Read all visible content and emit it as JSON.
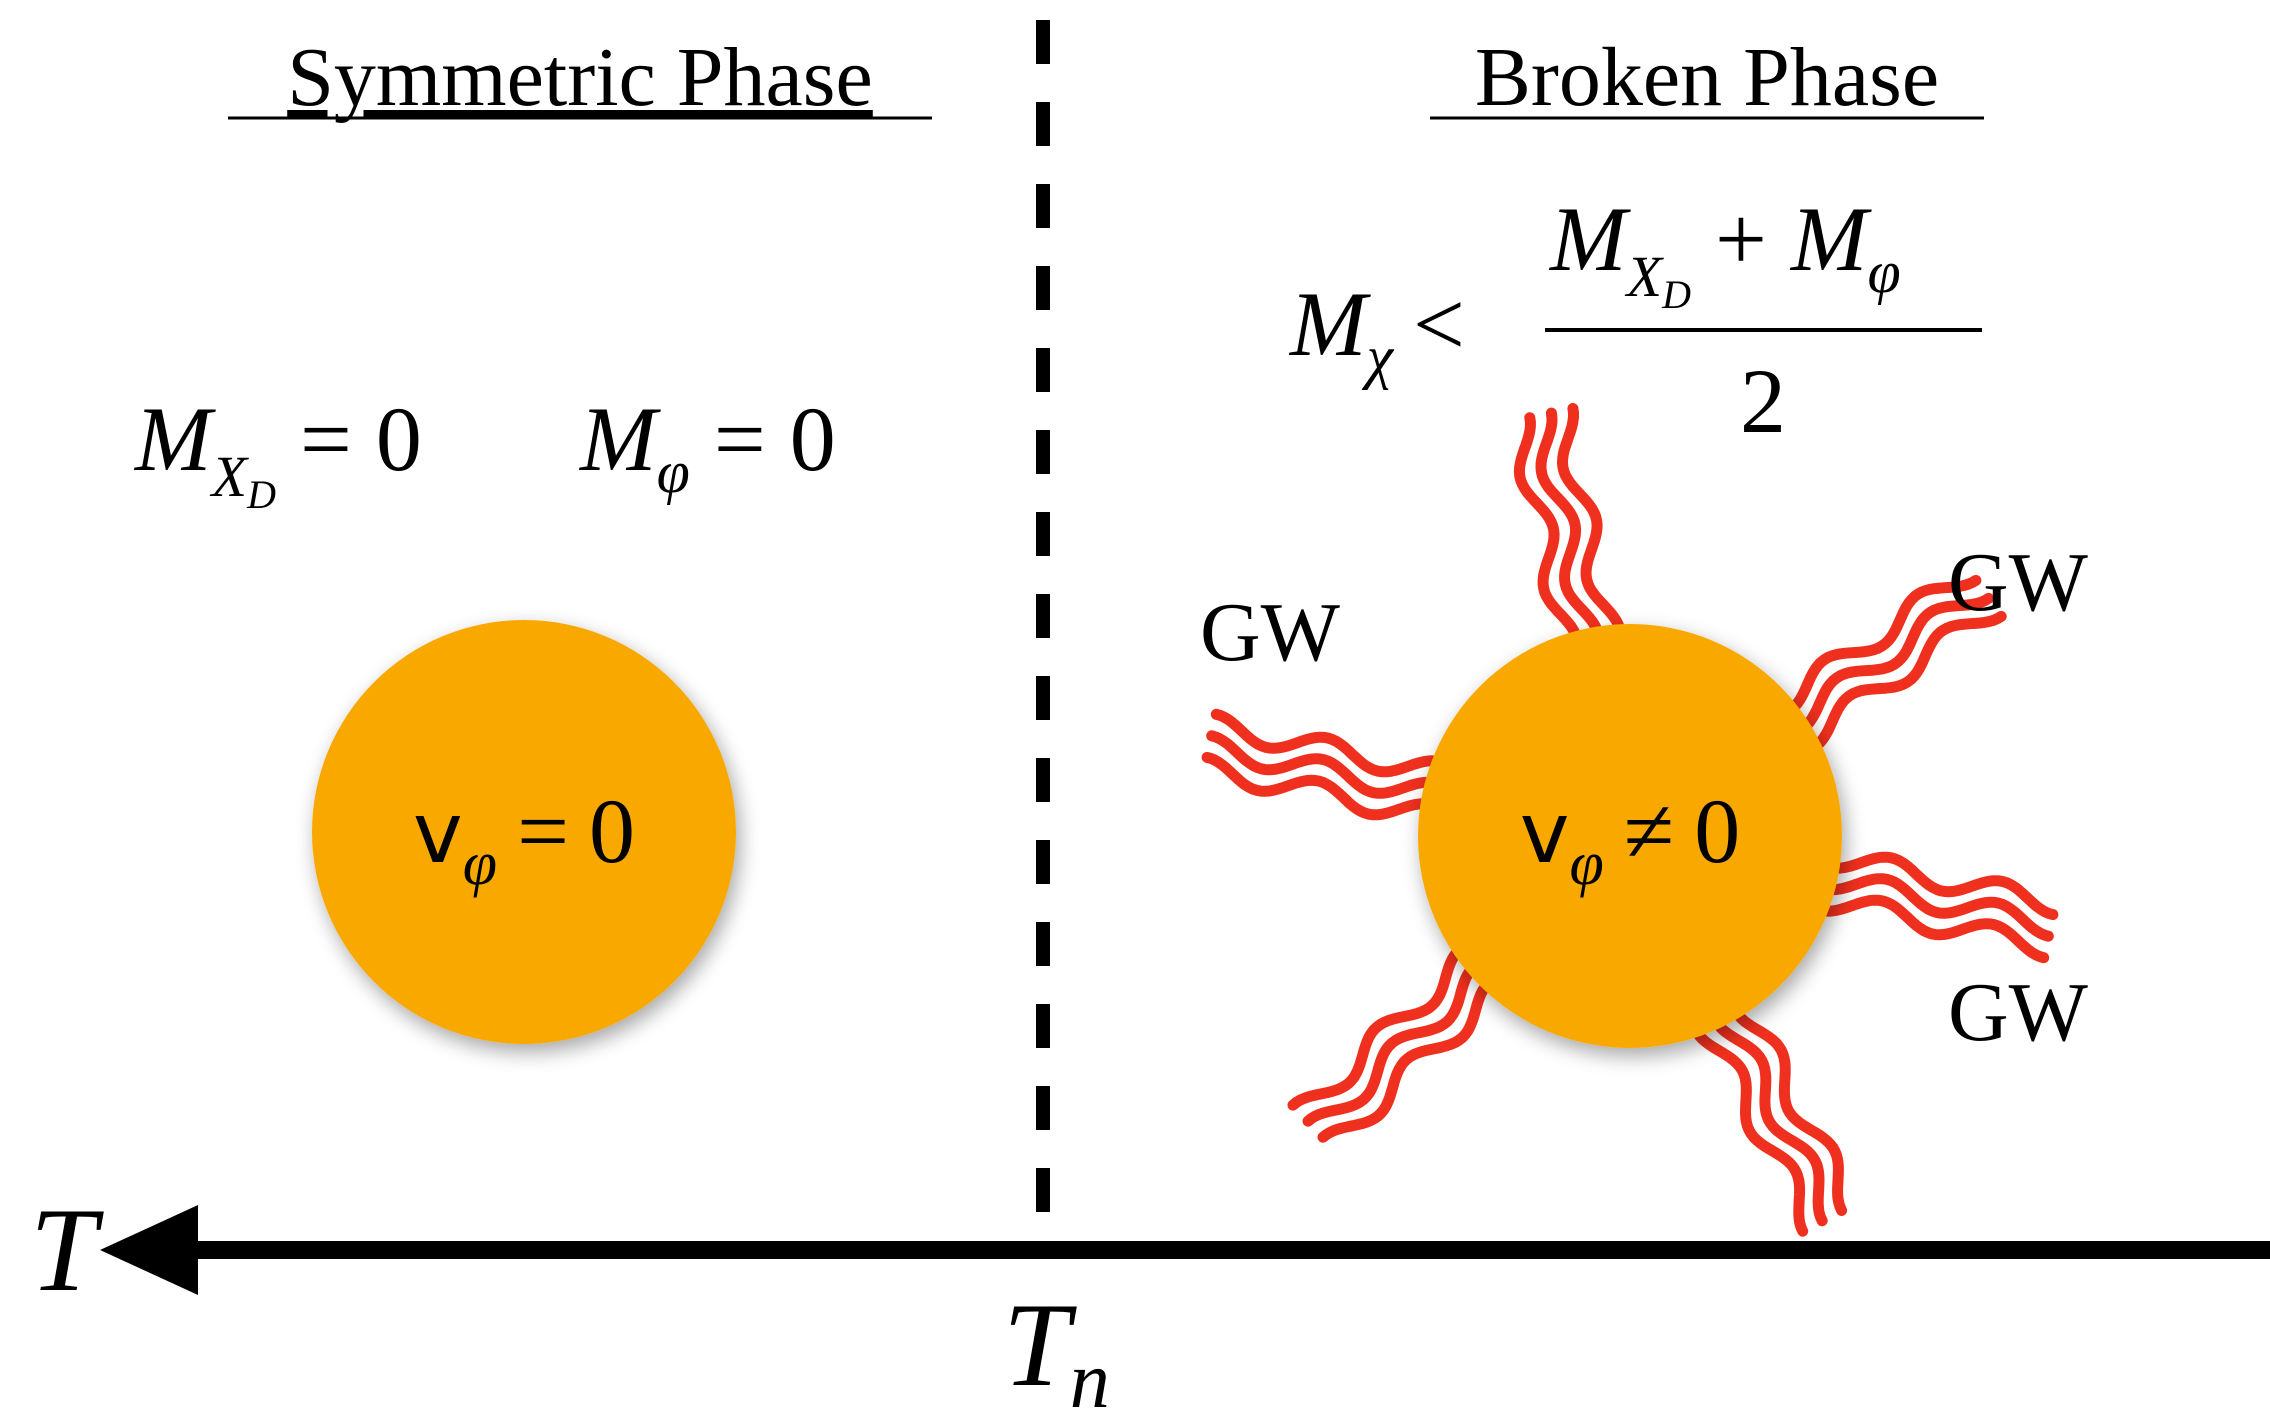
{
  "headings": {
    "left": "Symmetric Phase",
    "right": "Broken Phase"
  },
  "left_masses": {
    "mxd": {
      "symbol": "M",
      "sub": "X",
      "subsub": "D",
      "rel": "=",
      "value": "0"
    },
    "mphi": {
      "symbol": "M",
      "sub": "φ",
      "rel": "=",
      "value": "0"
    }
  },
  "right_condition": {
    "lhs_symbol": "M",
    "lhs_sub": "χ",
    "rel": "<",
    "numer_a_symbol": "M",
    "numer_a_sub": "X",
    "numer_a_subsub": "D",
    "plus": "+",
    "numer_b_symbol": "M",
    "numer_b_sub": "φ",
    "denominator": "2"
  },
  "bubble_symmetric": {
    "v": "v",
    "sub": "φ",
    "rel": "=",
    "value": "0"
  },
  "bubble_broken": {
    "v": "v",
    "sub": "φ",
    "rel": "≠",
    "value": "0"
  },
  "gw_labels": [
    "GW",
    "GW",
    "GW"
  ],
  "axis": {
    "label": "T",
    "critical_label": "T",
    "critical_sub": "n"
  },
  "colors": {
    "bubble": "#F9A805",
    "wave": "#F0301E",
    "ink": "#000000"
  }
}
